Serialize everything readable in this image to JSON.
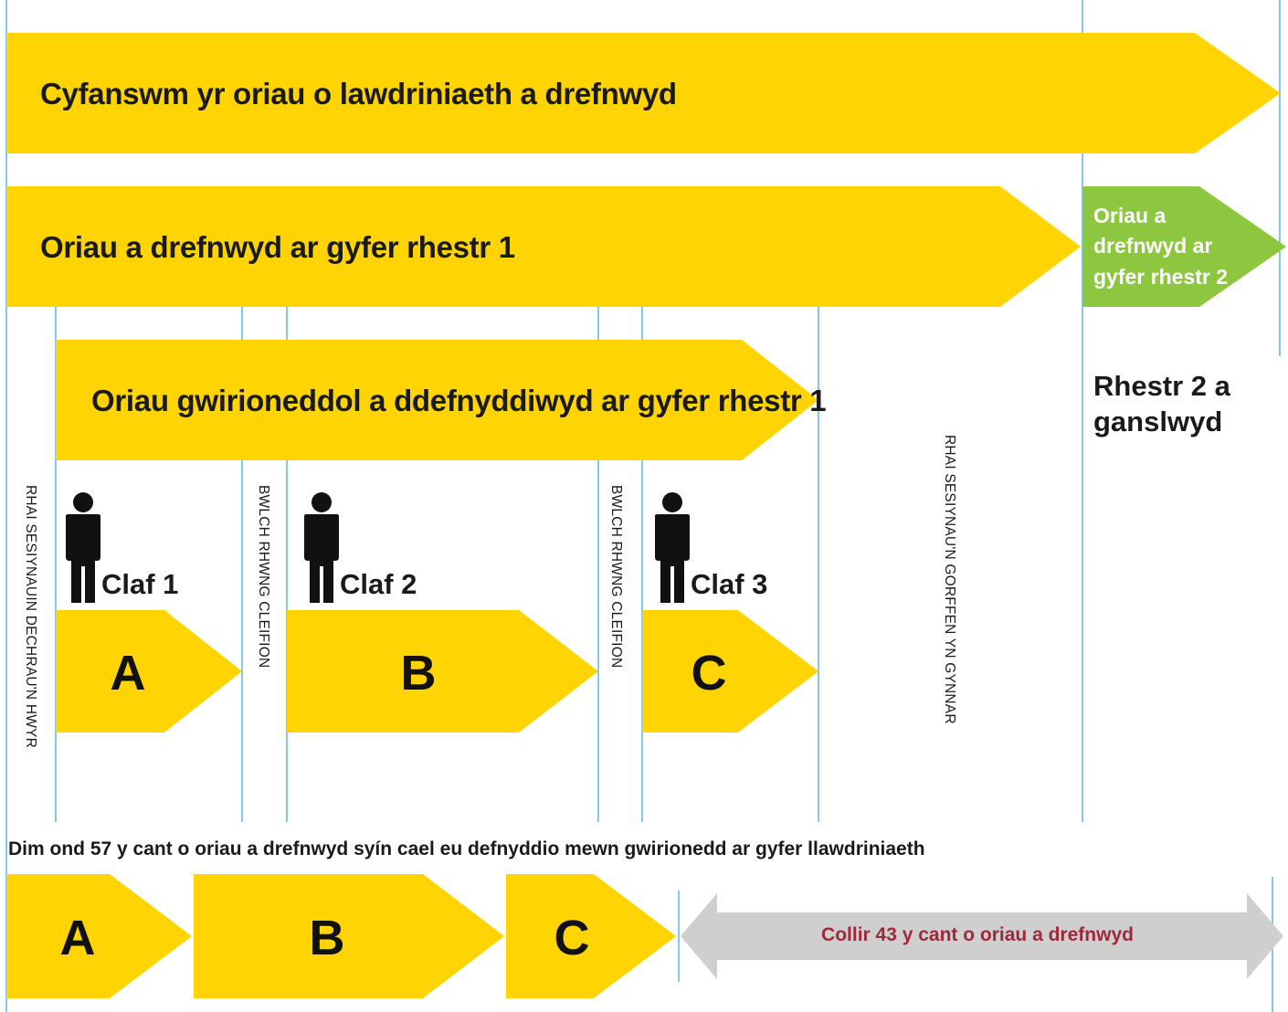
{
  "colors": {
    "yellow": "#ffd400",
    "green": "#8dc63f",
    "grey": "#cfcfcf",
    "line": "#4aa8d8",
    "lost_text": "#a0283c"
  },
  "arrows": {
    "total": "Cyfanswm yr oriau o lawdriniaeth a drefnwyd",
    "list1": "Oriau a drefnwyd ar gyfer rhestr 1",
    "list2": "Oriau a drefnwyd ar gyfer rhestr 2",
    "actual": "Oriau gwirioneddol a ddefnyddiwyd ar gyfer rhestr 1"
  },
  "list2_cancelled": "Rhestr 2 a ganslwyd",
  "vertical_notes": {
    "late_start": "RHAI SESIYNAUIN DECHRAU'N HWYR",
    "gap_1": "BWLCH RHWNG CLEIFION",
    "gap_2": "BWLCH RHWNG CLEIFION",
    "early_finish": "RHAI SESIYNAU'N GORFFEN YN GYNNAR"
  },
  "patients": [
    {
      "label": "Claf 1",
      "icon": "person-icon",
      "case": "A"
    },
    {
      "label": "Claf 2",
      "icon": "person-icon",
      "case": "B"
    },
    {
      "label": "Claf 3",
      "icon": "person-icon",
      "case": "C"
    }
  ],
  "summary": "Dim ond 57 y cant o oriau a drefnwyd syín cael eu defnyddio mewn gwirionedd ar gyfer llawdriniaeth",
  "summary_cases": [
    "A",
    "B",
    "C"
  ],
  "lost": "Collir 43 y cant o oriau a drefnwyd",
  "used_percent": 57,
  "lost_percent": 43
}
